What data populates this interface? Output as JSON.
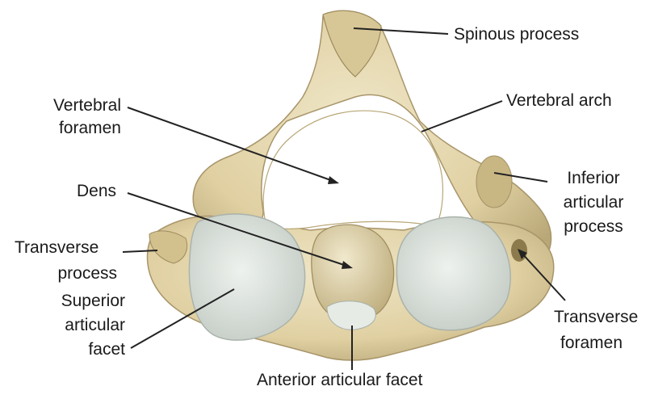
{
  "labels": {
    "spinous_process": "Spinous process",
    "vertebral_foramen_1": "Vertebral",
    "vertebral_foramen_2": "foramen",
    "vertebral_arch": "Vertebral arch",
    "dens": "Dens",
    "inferior_articular_1": "Inferior",
    "inferior_articular_2": "articular",
    "inferior_articular_3": "process",
    "transverse_process_1": "Transverse",
    "transverse_process_2": "process",
    "superior_articular_1": "Superior",
    "superior_articular_2": "articular",
    "superior_articular_3": "facet",
    "transverse_foramen_1": "Transverse",
    "transverse_foramen_2": "foramen",
    "anterior_articular_facet": "Anterior articular facet"
  },
  "colors": {
    "bone": "#e4d6ad",
    "bone_light": "#efe6c7",
    "bone_shadow": "#b9a777",
    "bone_dark": "#8c7a4c",
    "facet": "#e6ebe6",
    "facet_rim": "#c9d0c9",
    "leader": "#222222"
  }
}
